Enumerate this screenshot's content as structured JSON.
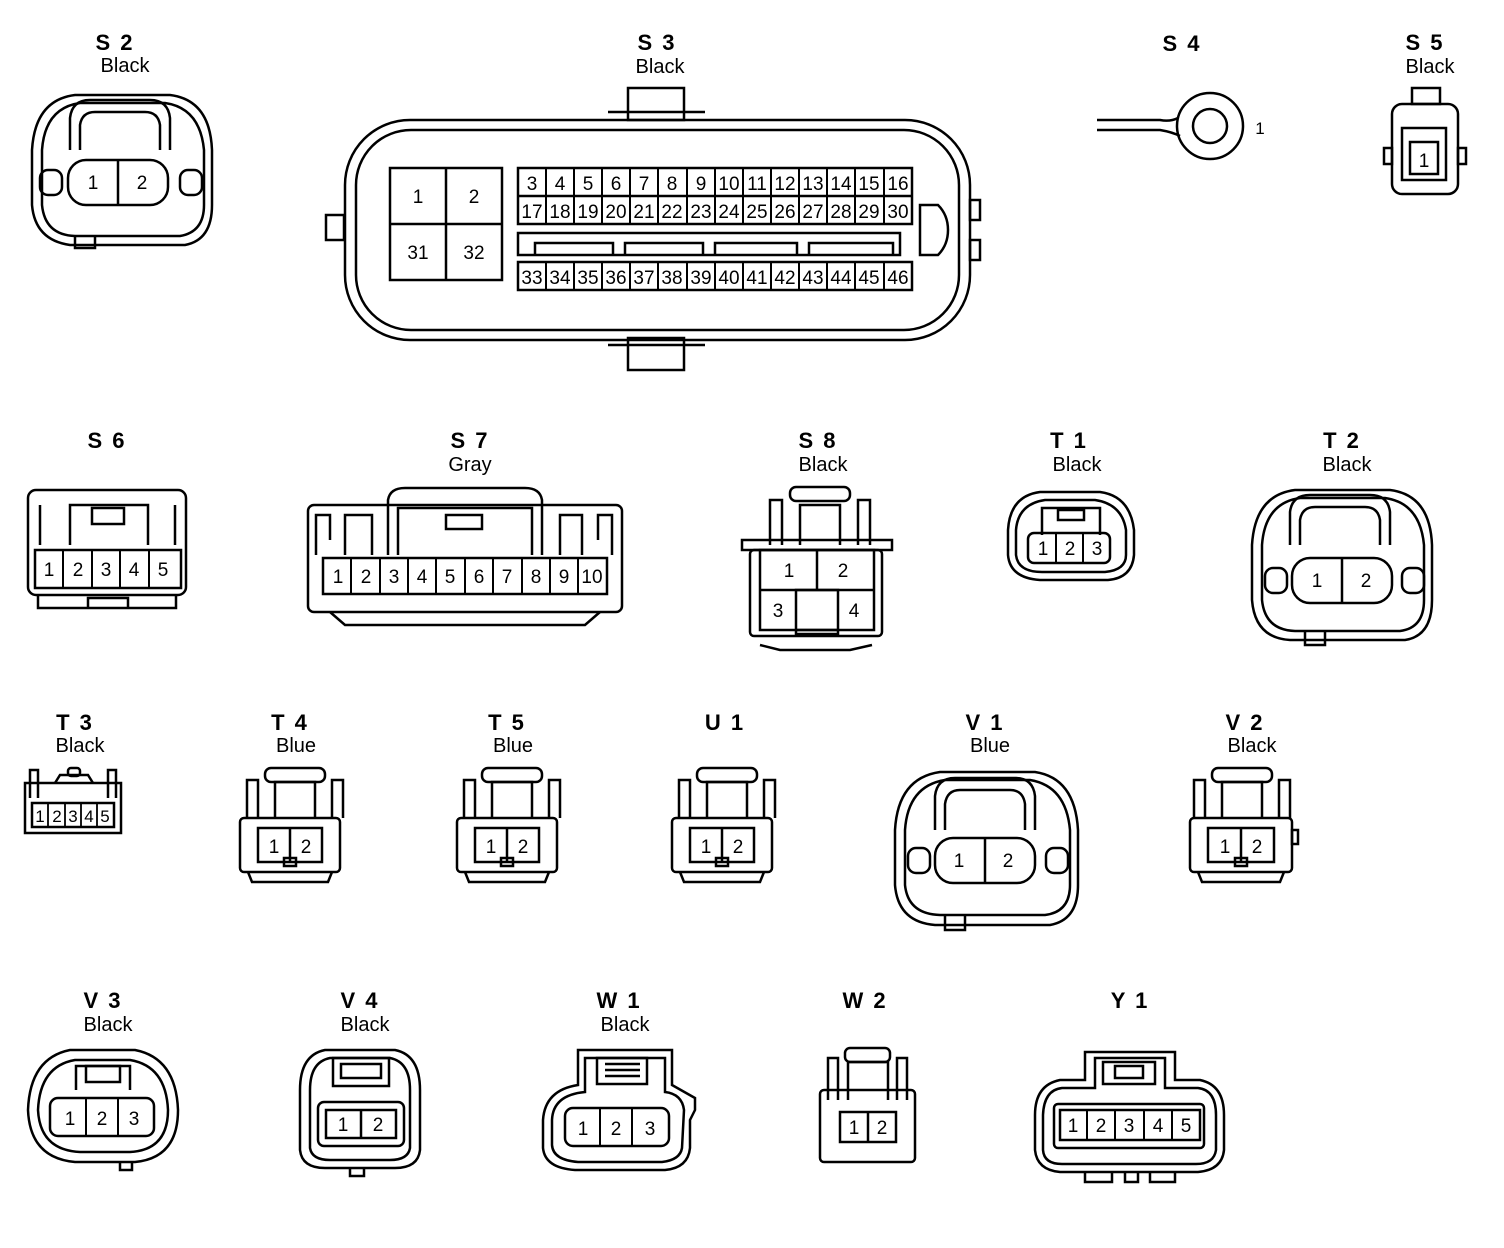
{
  "connectors": [
    {
      "code": "S 2",
      "color": "Black",
      "pins": [
        "1",
        "2"
      ]
    },
    {
      "code": "S 3",
      "color": "Black",
      "pins_big": [
        "1",
        "2",
        "31",
        "32"
      ],
      "pins_row1": [
        "3",
        "4",
        "5",
        "6",
        "7",
        "8",
        "9",
        "10",
        "11",
        "12",
        "13",
        "14",
        "15",
        "16"
      ],
      "pins_row2": [
        "17",
        "18",
        "19",
        "20",
        "21",
        "22",
        "23",
        "24",
        "25",
        "26",
        "27",
        "28",
        "29",
        "30"
      ],
      "pins_row3": [
        "33",
        "34",
        "35",
        "36",
        "37",
        "38",
        "39",
        "40",
        "41",
        "42",
        "43",
        "44",
        "45",
        "46"
      ]
    },
    {
      "code": "S 4",
      "color": "",
      "pins": [
        "1"
      ]
    },
    {
      "code": "S 5",
      "color": "Black",
      "pins": [
        "1"
      ]
    },
    {
      "code": "S 6",
      "color": "",
      "pins": [
        "1",
        "2",
        "3",
        "4",
        "5"
      ]
    },
    {
      "code": "S 7",
      "color": "Gray",
      "pins": [
        "1",
        "2",
        "3",
        "4",
        "5",
        "6",
        "7",
        "8",
        "9",
        "10"
      ]
    },
    {
      "code": "S 8",
      "color": "Black",
      "pins": [
        "1",
        "2",
        "3",
        "4"
      ]
    },
    {
      "code": "T 1",
      "color": "Black",
      "pins": [
        "1",
        "2",
        "3"
      ]
    },
    {
      "code": "T 2",
      "color": "Black",
      "pins": [
        "1",
        "2"
      ]
    },
    {
      "code": "T 3",
      "color": "Black",
      "pins": [
        "1",
        "2",
        "3",
        "4",
        "5"
      ]
    },
    {
      "code": "T 4",
      "color": "Blue",
      "pins": [
        "1",
        "2"
      ]
    },
    {
      "code": "T 5",
      "color": "Blue",
      "pins": [
        "1",
        "2"
      ]
    },
    {
      "code": "U 1",
      "color": "",
      "pins": [
        "1",
        "2"
      ]
    },
    {
      "code": "V 1",
      "color": "Blue",
      "pins": [
        "1",
        "2"
      ]
    },
    {
      "code": "V 2",
      "color": "Black",
      "pins": [
        "1",
        "2"
      ]
    },
    {
      "code": "V 3",
      "color": "Black",
      "pins": [
        "1",
        "2",
        "3"
      ]
    },
    {
      "code": "V 4",
      "color": "Black",
      "pins": [
        "1",
        "2"
      ]
    },
    {
      "code": "W 1",
      "color": "Black",
      "pins": [
        "1",
        "2",
        "3"
      ]
    },
    {
      "code": "W 2",
      "color": "",
      "pins": [
        "1",
        "2"
      ]
    },
    {
      "code": "Y 1",
      "color": "",
      "pins": [
        "1",
        "2",
        "3",
        "4",
        "5"
      ]
    }
  ]
}
